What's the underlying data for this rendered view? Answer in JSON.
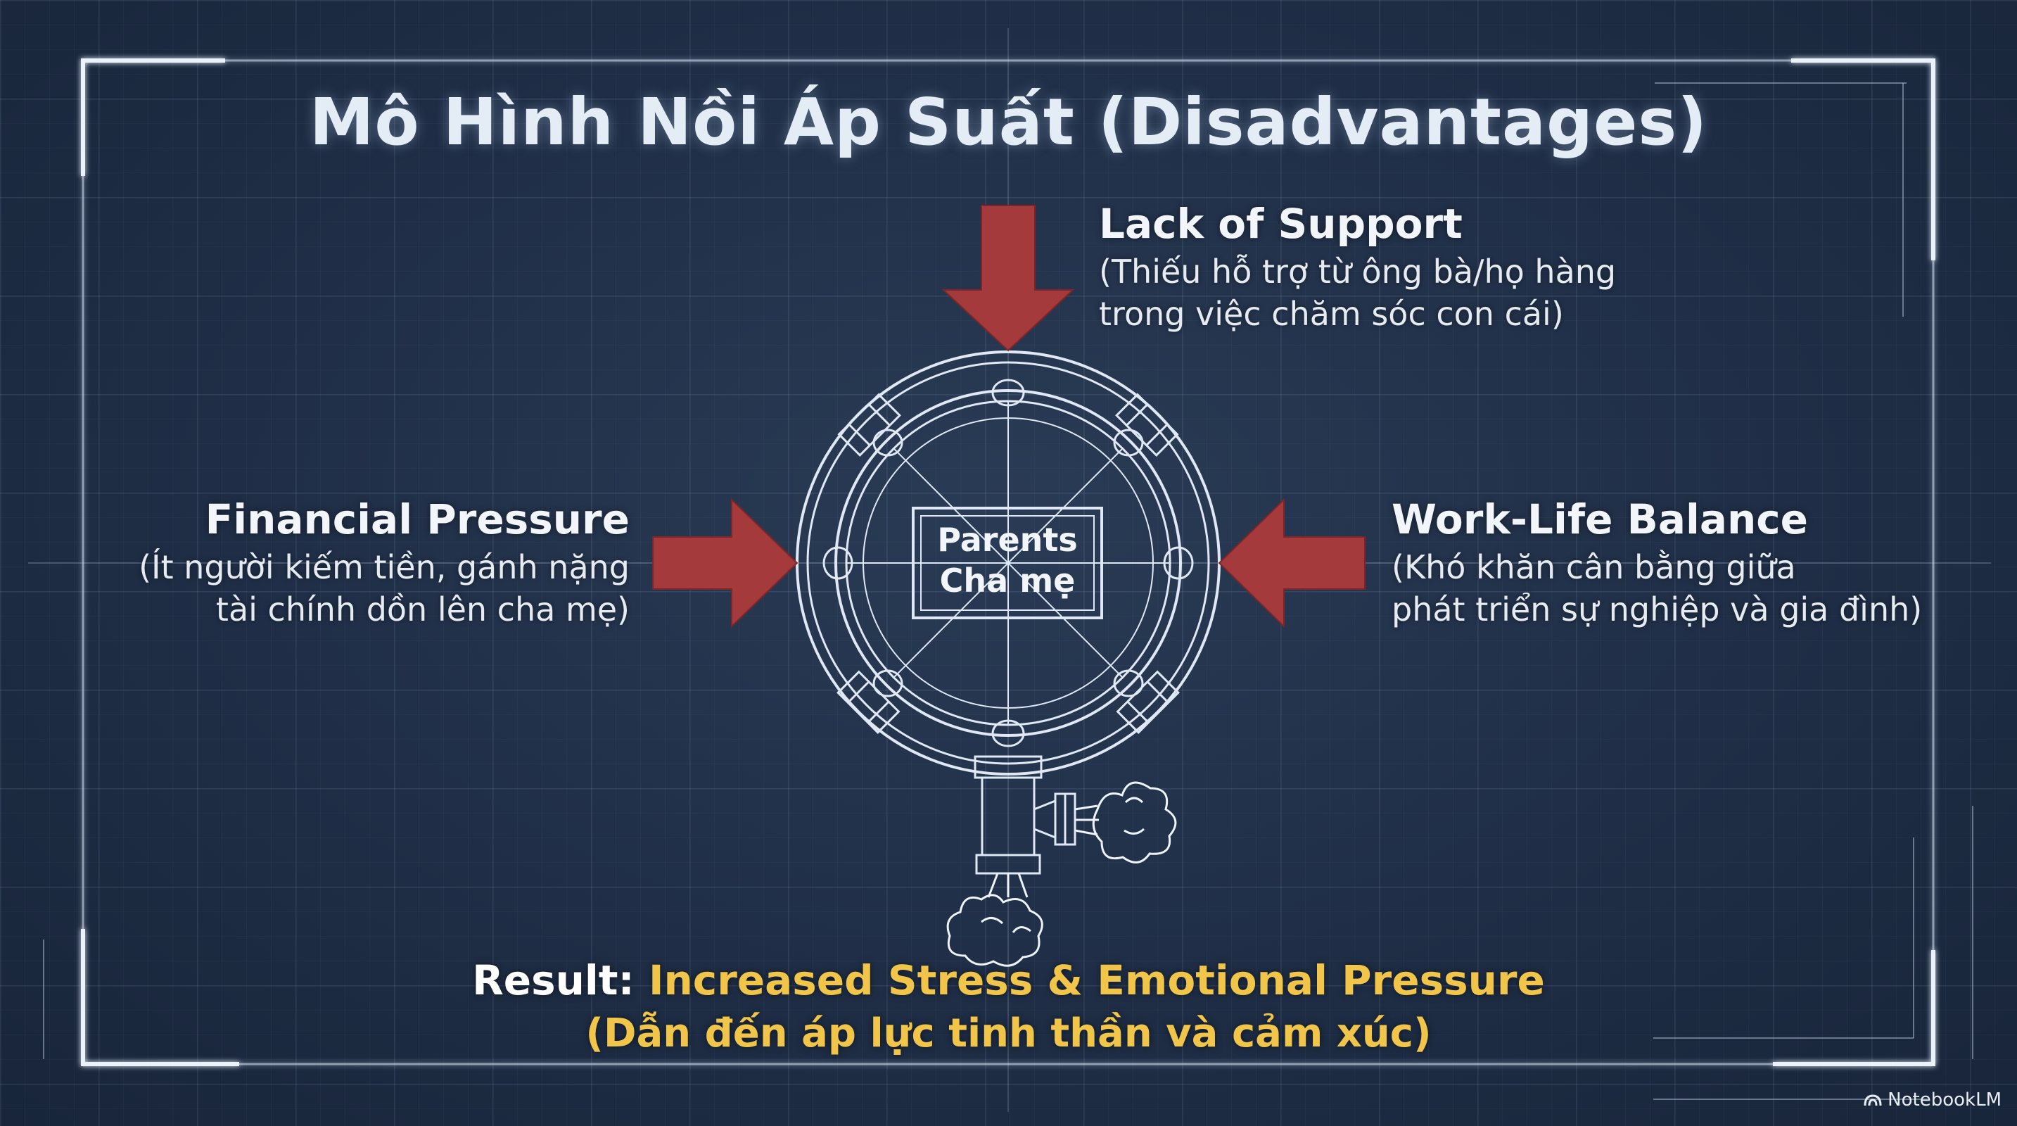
{
  "title": "Mô Hình Nồi Áp Suất (Disadvantages)",
  "center": {
    "line1": "Parents",
    "line2": "Cha mẹ"
  },
  "forces": {
    "top": {
      "title": "Lack of Support",
      "sub1": "(Thiếu hỗ trợ từ ông bà/họ hàng",
      "sub2": "trong việc chăm sóc con cái)"
    },
    "left": {
      "title": "Financial Pressure",
      "sub1": "(Ít người kiếm tiền, gánh nặng",
      "sub2": "tài chính dồn lên cha mẹ)"
    },
    "right": {
      "title": "Work-Life Balance",
      "sub1": "(Khó khăn cân bằng giữa",
      "sub2": "phát triển sự nghiệp và gia đình)"
    }
  },
  "result": {
    "prefix": "Result:",
    "main": "Increased Stress & Emotional Pressure",
    "sub": "(Dẫn đến áp lực tinh thần và cảm xúc)"
  },
  "brand": {
    "name": "NotebookLM",
    "icon": "notebooklm-logo-icon"
  },
  "colors": {
    "background": "#1f2d43",
    "arrow": "#a43a3c",
    "highlight": "#f0c54a",
    "line": "#dfe8f4"
  }
}
